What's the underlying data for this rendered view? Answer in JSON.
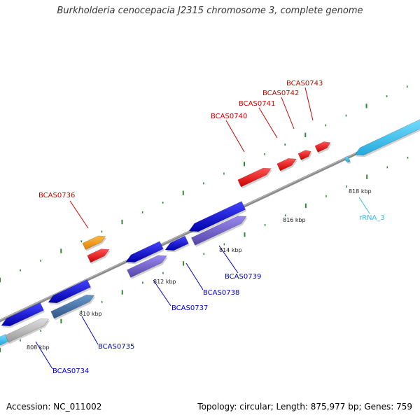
{
  "title": "Burkholderia cenocepacia J2315 chromosome 3, complete genome",
  "footer": {
    "accession": "Accession: NC_011002",
    "summary": "Topology: circular; Length: 875,977 bp; Genes: 759"
  },
  "colors": {
    "backbone": "#8a8a8a",
    "tick": "#2e8b2e",
    "forward_gene": "#ee1111",
    "reverse_gene": "#1111dd",
    "highlight_gene": "#ff9900",
    "feature_cds": "#7766cc",
    "feature_steel": "#4477aa",
    "rna": "#33ccff",
    "label_forward": "#cc0000",
    "label_reverse": "#0000cc",
    "label_rna": "#33bbee"
  },
  "kbp_labels": [
    "808 kbp",
    "810 kbp",
    "812 kbp",
    "814 kbp",
    "816 kbp",
    "818 kbp"
  ],
  "gene_labels": [
    {
      "text": "BCAS0736",
      "group": "forward"
    },
    {
      "text": "BCAS0740",
      "group": "forward"
    },
    {
      "text": "BCAS0741",
      "group": "forward"
    },
    {
      "text": "BCAS0742",
      "group": "forward"
    },
    {
      "text": "BCAS0743",
      "group": "forward"
    },
    {
      "text": "BCAS0734",
      "group": "reverse"
    },
    {
      "text": "BCAS0735",
      "group": "reverse"
    },
    {
      "text": "BCAS0737",
      "group": "reverse"
    },
    {
      "text": "BCAS0738",
      "group": "reverse"
    },
    {
      "text": "BCAS0739",
      "group": "reverse"
    },
    {
      "text": "rRNA_3",
      "group": "rna"
    }
  ]
}
